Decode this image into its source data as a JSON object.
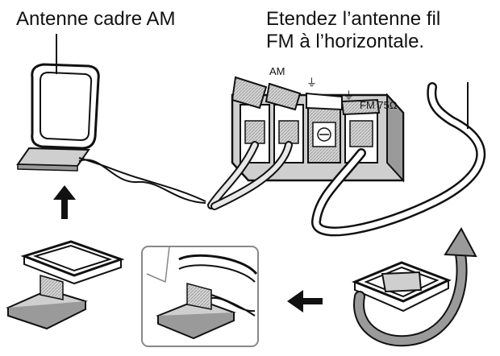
{
  "labels": {
    "am_antenna": "Antenne cadre AM",
    "fm_instruction_line1": "Etendez l’antenne fil",
    "fm_instruction_line2": "FM à l’horizontale."
  },
  "terminals": {
    "am": "AM",
    "ground1": "⏚",
    "ground2": "⏚",
    "fm": "FM 75Ω"
  },
  "colors": {
    "ink": "#111111",
    "panel_fill": "#cfcfcf",
    "panel_dark": "#9a9a9a",
    "cable_fill": "#e8e8e8"
  }
}
